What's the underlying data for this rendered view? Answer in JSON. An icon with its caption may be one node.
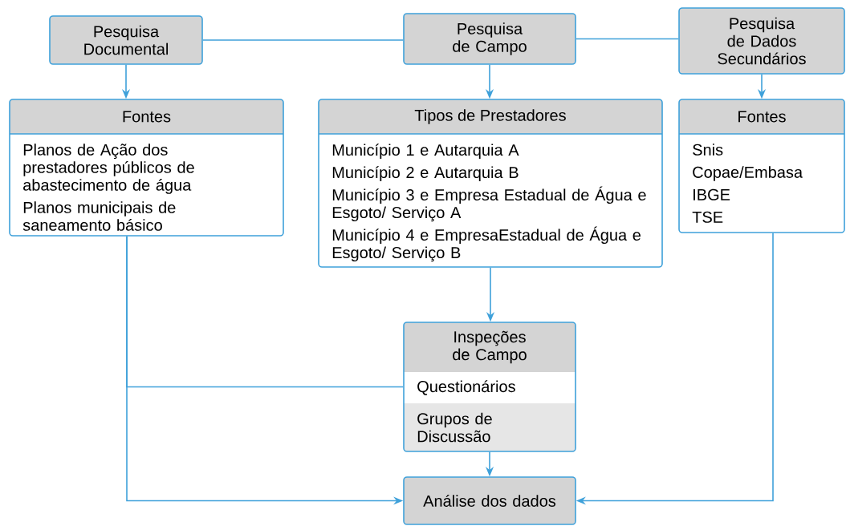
{
  "diagram": {
    "nodes": [
      {
        "text": [
          "Pesquisa Documental"
        ]
      },
      {
        "text": [
          "Pesquisa de Campo"
        ]
      },
      {
        "text": [
          "Pesquisa de Dados Secundários"
        ]
      },
      {
        "text": [
          "Fontes",
          "Planos de Ação dos prestadores públicos de abastecimento de água",
          "Planos municipais de saneamento básico"
        ]
      },
      {
        "text": [
          "Tipos de Prestadores",
          "Município 1 e Autarquia A",
          "Município 2 e Autarquia B",
          "Município 3 e Empresa Estadual de Água e Esgoto/ Serviço A",
          "Município 4 e EmpresaEstadual de Água e Esgoto/ Serviço B"
        ]
      },
      {
        "text": [
          "Fontes",
          "Snis",
          "Copae/Embasa",
          "IBGE",
          "TSE"
        ]
      },
      {
        "text": [
          "Inspeções de Campo",
          "Questionários",
          "Grupos de Discussão"
        ]
      },
      {
        "text": [
          "Análise dos dados"
        ]
      }
    ],
    "edges": [
      {
        "from": 0,
        "to": 1,
        "arrow": "none"
      },
      {
        "from": 1,
        "to": 2,
        "arrow": "none"
      },
      {
        "from": 0,
        "to": 3,
        "arrow": "to"
      },
      {
        "from": 1,
        "to": 4,
        "arrow": "to"
      },
      {
        "from": 2,
        "to": 5,
        "arrow": "to"
      },
      {
        "from": 4,
        "to": 6,
        "arrow": "to"
      },
      {
        "from": 6,
        "to": 7,
        "arrow": "to"
      },
      {
        "from": 3,
        "to": 7,
        "arrow": "to"
      },
      {
        "from": 5,
        "to": 7,
        "arrow": "to"
      },
      {
        "from": 3,
        "to": 6,
        "arrow": "none"
      }
    ]
  }
}
